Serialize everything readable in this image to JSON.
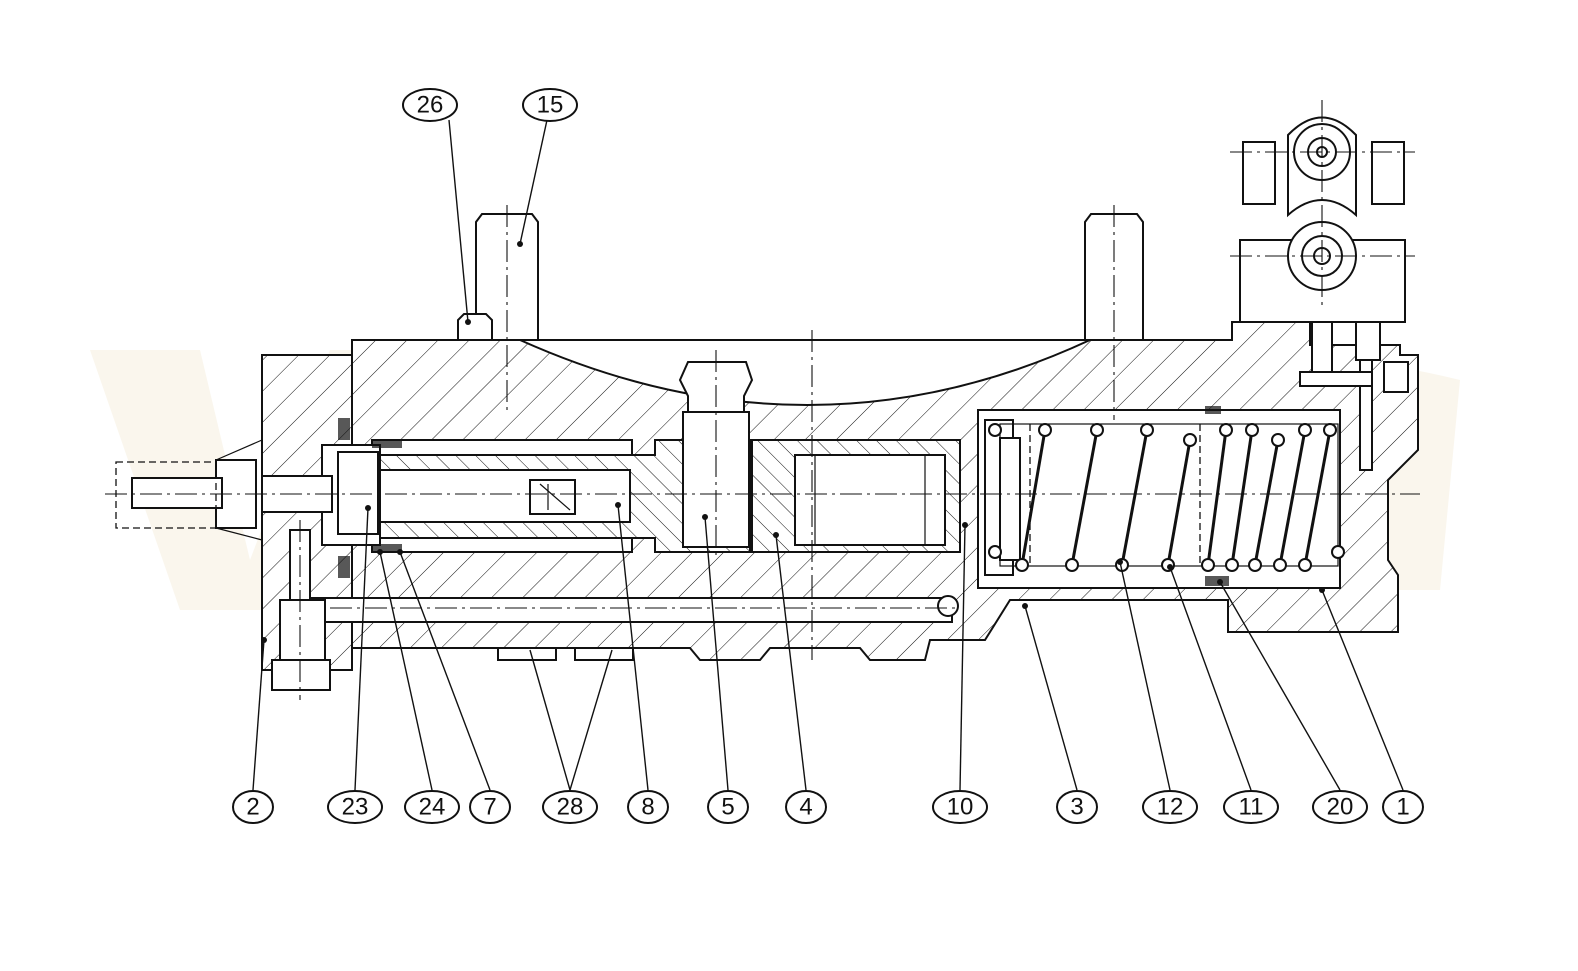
{
  "diagram": {
    "callouts": {
      "c26": "26",
      "c15": "15",
      "c2": "2",
      "c23": "23",
      "c24": "24",
      "c7": "7",
      "c28": "28",
      "c8": "8",
      "c5": "5",
      "c4": "4",
      "c10": "10",
      "c3": "3",
      "c12": "12",
      "c11": "11",
      "c20": "20",
      "c1": "1"
    }
  },
  "colors": {
    "line": "#111111",
    "background": "#ffffff",
    "watermark": "#f2e2c0"
  }
}
